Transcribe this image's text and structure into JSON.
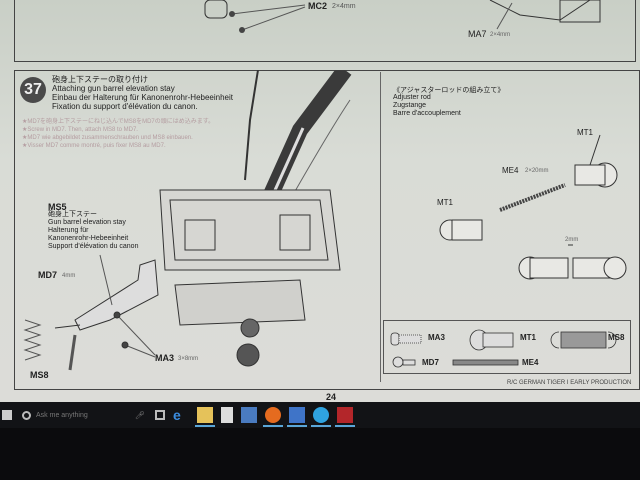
{
  "top_section": {
    "mc2_label": "MC2",
    "mc2_size": "2×4mm",
    "ma7_label": "MA7",
    "ma7_size": "2×4mm"
  },
  "step": {
    "number": "37",
    "title_jp": "砲身上下ステーの取り付け",
    "title_en": "Attaching gun barrel elevation stay",
    "title_de": "Einbau der Halterung für Kanonenrohr-Hebeeinheit",
    "title_fr": "Fixation du support d'élévation du canon.",
    "notes": [
      "★MD7を砲身上下ステーにねじ込んでMS8をMD7の頭にはめ込みます。",
      "★Screw in MD7. Then, attach MS8 to MD7.",
      "★MD7 wie abgebildet zusammenschrauben und MS8 einbauen.",
      "★Visser MD7 comme montré, puis fixer MS8 au MD7."
    ],
    "ms5": {
      "code": "MS5",
      "jp": "砲身上下ステー",
      "en": "Gun barrel elevation stay",
      "de1": "Halterung für",
      "de2": "Kanonenrohr-Hebeeinheit",
      "fr": "Support d'élévation du canon"
    },
    "md7": {
      "code": "MD7",
      "size": "4mm"
    },
    "ms8": "MS8",
    "ma3": {
      "code": "MA3",
      "size": "3×8mm"
    }
  },
  "adjuster": {
    "title_jp": "《アジャスターロッドの組み立て》",
    "en": "Adjuster rod",
    "de": "Zugstange",
    "fr": "Barre d'accouplement",
    "mt1_a": "MT1",
    "mt1_b": "MT1",
    "me4": "ME4",
    "me4_size": "2×20mm",
    "gap": "2mm"
  },
  "parts_legend": {
    "ma3": "MA3",
    "mt1": "MT1",
    "ms8": "MS8",
    "md7": "MD7",
    "me4": "ME4"
  },
  "footer": {
    "product": "R/C GERMAN TIGER I EARLY PRODUCTION",
    "page_number": "24"
  },
  "taskbar": {
    "search_placeholder": "Ask me anything",
    "accent": "#5aa6d8"
  }
}
